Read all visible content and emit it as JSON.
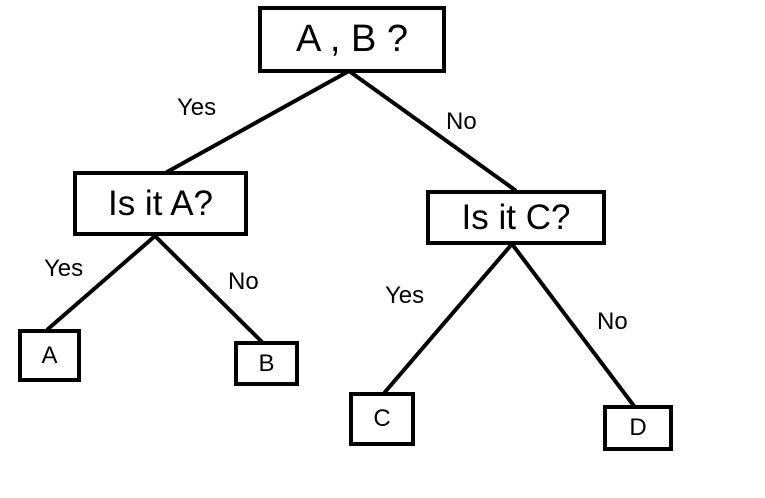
{
  "diagram": {
    "nodes": {
      "root": {
        "label": "A , B ?"
      },
      "left": {
        "label": "Is it A?"
      },
      "right": {
        "label": "Is it C?"
      },
      "leaf_a": {
        "label": "A"
      },
      "leaf_b": {
        "label": "B"
      },
      "leaf_c": {
        "label": "C"
      },
      "leaf_d": {
        "label": "D"
      }
    },
    "edges": {
      "root_left": {
        "label": "Yes"
      },
      "root_right": {
        "label": "No"
      },
      "left_a": {
        "label": "Yes"
      },
      "left_b": {
        "label": "No"
      },
      "right_c": {
        "label": "Yes"
      },
      "right_d": {
        "label": "No"
      }
    }
  }
}
